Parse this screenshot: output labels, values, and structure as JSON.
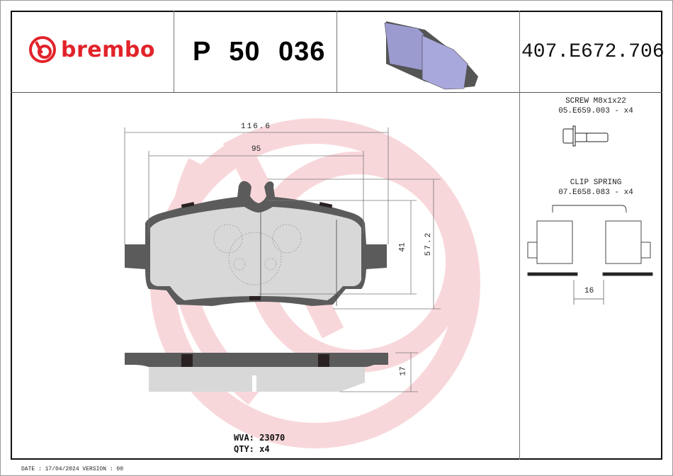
{
  "header": {
    "brand_name": "brembo",
    "brand_color": "#e2232a",
    "part_number": "P 50 036",
    "reference_code": "407.E672.706",
    "product_image": "brake-pad-3d-render"
  },
  "drawing": {
    "front_view": {
      "dim_overall_width": "116.6",
      "dim_friction_width": "95",
      "dim_friction_height": "41",
      "dim_overall_height": "57.2"
    },
    "side_view": {
      "dim_thickness": "17"
    },
    "info": {
      "wva_label": "WVA:",
      "wva_value": "23070",
      "qty_label": "QTY:",
      "qty_value": "x4"
    },
    "watermark_color": "#f7d3d6"
  },
  "accessories": [
    {
      "name": "SCREW M8x1x22",
      "code": "05.E659.003 - x4",
      "icon": "screw-icon"
    },
    {
      "name": "CLIP SPRING",
      "code": "07.E658.083 - x4",
      "icon": "clip-spring-icon",
      "dim": "16"
    }
  ],
  "footer": {
    "text": "DATE : 17/04/2024 VERSION : 00"
  }
}
